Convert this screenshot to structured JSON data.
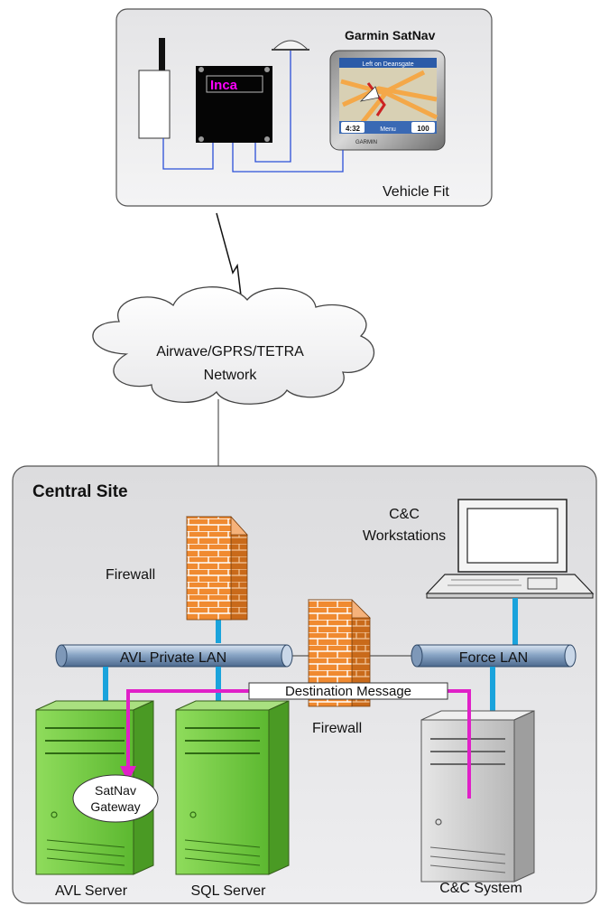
{
  "vehicle_fit": {
    "label": "Vehicle Fit",
    "satnav_title": "Garmin SatNav",
    "unit_label": "Inca",
    "screen": {
      "banner": "Left on Deansgate",
      "time": "4:32",
      "menu": "Menu",
      "distance": "100",
      "brand": "GARMIN"
    }
  },
  "network": {
    "line1": "Airwave/GPRS/TETRA",
    "line2": "Network"
  },
  "central_site": {
    "title": "Central Site",
    "firewall_top_label": "Firewall",
    "firewall_mid_label": "Firewall",
    "workstations_line1": "C&C",
    "workstations_line2": "Workstations",
    "avl_lan_label": "AVL Private LAN",
    "force_lan_label": "Force LAN",
    "destination_message": "Destination Message",
    "gateway_line1": "SatNav",
    "gateway_line2": "Gateway",
    "avl_server_label": "AVL Server",
    "sql_server_label": "SQL Server",
    "cc_system_label": "C&C System"
  },
  "colors": {
    "lan_link": "#1aa3dc",
    "message_path": "#e020c8",
    "server_green": "#66c040",
    "firewall_orange": "#f08a30",
    "unit_text": "#ff00ff"
  }
}
